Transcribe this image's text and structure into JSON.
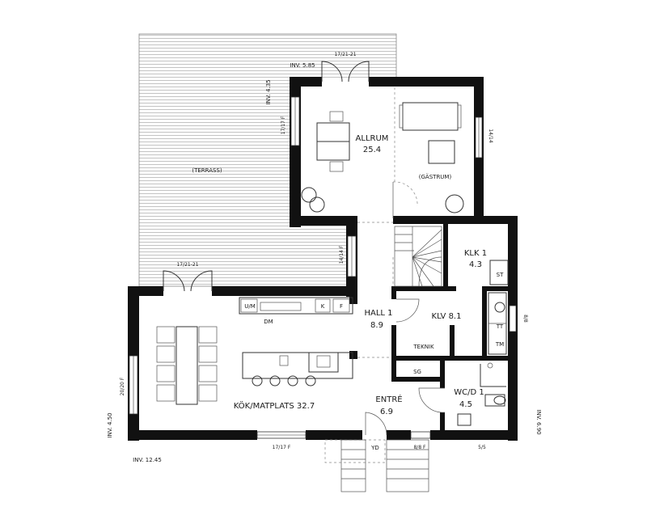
{
  "rooms": {
    "allrum_name": "ALLRUM",
    "allrum_area": "25.4",
    "gastrum": "(GÄSTRUM)",
    "terrass": "(TERRASS)",
    "klk_name": "KLK 1",
    "klk_area": "4.3",
    "hall_name": "HALL 1",
    "hall_area": "8.9",
    "klv_name": "KLV 8.1",
    "teknik": "TEKNIK",
    "sg": "SG",
    "wcd_name": "WC/D 1",
    "wcd_area": "4.5",
    "entre_name": "ENTRÉ",
    "entre_area": "6.9",
    "kok": "KÖK/MATPLATS 32.7"
  },
  "fixtures": {
    "um": "U/M",
    "k": "K",
    "f": "F",
    "dm": "DM",
    "st": "ST",
    "tt": "TT",
    "tm": "TM",
    "yd": "YD"
  },
  "annotations": {
    "inv_585": "INV. 5.85",
    "inv_435": "INV. 4.35",
    "inv_450": "INV. 4.50",
    "inv_1245": "INV. 12.45",
    "inv_690": "INV. 6.90",
    "win_top_door": "17/21-21",
    "win_left_door": "17/21-21",
    "win_allrum_left": "17/17 F",
    "win_allrum_right": "14/14",
    "win_hall": "14/14 F",
    "win_kok_left": "20/20 F",
    "win_kok_bottom": "17/17 F",
    "win_entre": "8/8 F",
    "win_wc": "5/5",
    "win_klv": "8/8"
  }
}
